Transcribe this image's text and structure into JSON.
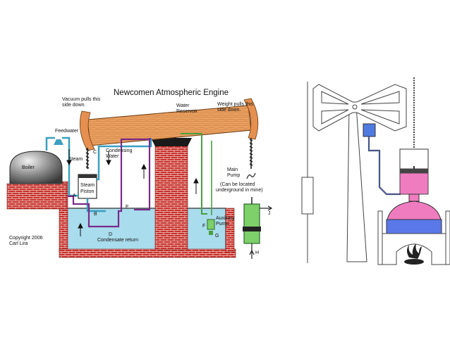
{
  "colors": {
    "brick": "#c8302c",
    "brick_mortar": "#f0d2c8",
    "water": "#a9dcec",
    "beam": "#e9a060",
    "steam_pipe": "#3a9fc0",
    "condensate_pipe": "#7a2a8a",
    "pump_green": "#4aa040",
    "pump_fill": "#7dd06a",
    "piston_pink": "#f07cc0",
    "vessel_blue": "#5a78e8",
    "reservoir_blue": "#4f7ae0"
  },
  "left_diagram": {
    "title": "Newcomen Atmospheric Engine",
    "labels": {
      "vacuum": [
        "Vacuum pulls this",
        "side down."
      ],
      "water_reservoir": [
        "Water",
        "Reservoir"
      ],
      "weight": [
        "Weight pulls this",
        "side down."
      ],
      "feedwater": "Feedwater",
      "boiler": "Boiler",
      "steam": "Steam",
      "c": "C",
      "condensing_water": [
        "Condensing",
        "Water"
      ],
      "steam_piston": [
        "Steam",
        "Piston"
      ],
      "main_pump": [
        "Main",
        "Pump"
      ],
      "main_pump_note": [
        "(Can be located",
        "underground in mine)"
      ],
      "a": "A",
      "b": "B",
      "d": "D",
      "e": "E",
      "f": "F",
      "g": "G",
      "h": "H",
      "j": "J",
      "auxiliary_pump": [
        "Auxiliary",
        "Pump"
      ],
      "condensate_return": "Condensate return",
      "copyright": [
        "Copyright 2006",
        "Carl Lira"
      ]
    }
  },
  "right_diagram": {
    "description_icons": [
      "beam-engine-icon",
      "chain-icon",
      "fire-icon"
    ]
  }
}
